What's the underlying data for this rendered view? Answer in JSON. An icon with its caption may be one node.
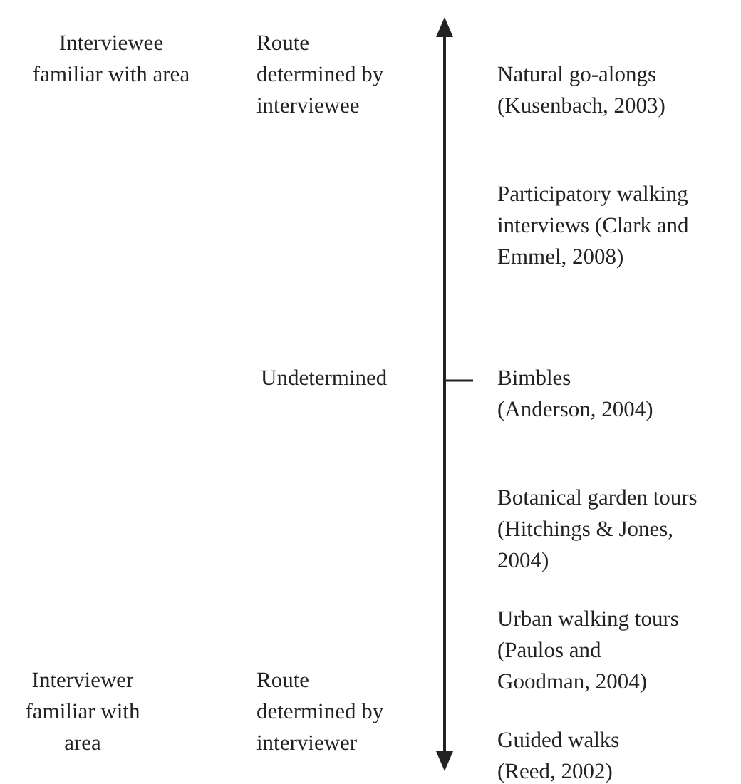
{
  "diagram": {
    "labels": [
      "Interviewee familiar with area",
      "Route determined by interviewee",
      "Natural go-alongs (Kusenbach, 2003)",
      "Participatory walking interviews (Clark and Emmel, 2008)",
      "Undetermined",
      "Bimbles (Anderson, 2004)",
      "Botanical garden tours (Hitchings & Jones, 2004)",
      "Urban walking tours (Paulos and Goodman, 2004)",
      "Interviewer familiar with area",
      "Route determined by interviewer",
      "Guided walks (Reed, 2002)"
    ]
  }
}
